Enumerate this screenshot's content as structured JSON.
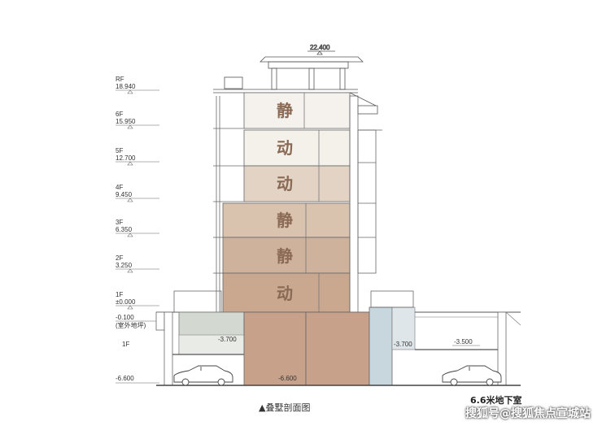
{
  "levels": [
    {
      "name": "RF",
      "elev": "18.940"
    },
    {
      "name": "6F",
      "elev": "15.950"
    },
    {
      "name": "5F",
      "elev": "12.700"
    },
    {
      "name": "4F",
      "elev": "9.450"
    },
    {
      "name": "3F",
      "elev": "6.350"
    },
    {
      "name": "2F",
      "elev": "3.250"
    },
    {
      "name": "1F",
      "elev": "±0.000"
    }
  ],
  "top_elevation": "22.400",
  "ground": {
    "elev": "-0.100",
    "note": "(室外地坪)"
  },
  "basement_floor_label": "1F",
  "basement_elev": "-6.600",
  "floor_marks": [
    "静",
    "动",
    "动",
    "静",
    "静",
    "动"
  ],
  "section_elevations": {
    "left_court": "-3.700",
    "center_floor": "-6.600",
    "right_court": "-3.700",
    "right_garage": "-3.500"
  },
  "caption": "▲叠墅剖面图",
  "basement_note": "6.6米地下室",
  "watermark": "搜狐号@搜狐焦点宣城站",
  "colors": {
    "floor_light": "#f4f0ea",
    "floor_mid": "#ddc9b6",
    "floor_dark": "#c9a88f",
    "basement": "#c7a18a",
    "glass": "#c8d6dd"
  }
}
